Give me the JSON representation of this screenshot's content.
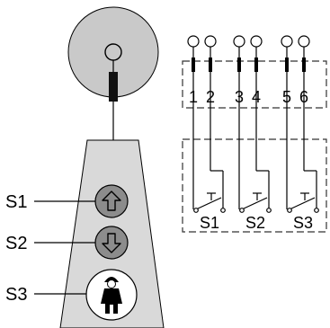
{
  "pendant": {
    "labels": {
      "s1": "S1",
      "s2": "S2",
      "s3": "S3"
    },
    "buttons": [
      {
        "id": "s1",
        "icon": "arrow-up-icon"
      },
      {
        "id": "s2",
        "icon": "arrow-down-icon"
      },
      {
        "id": "s3",
        "icon": "person-with-helmet-icon"
      }
    ]
  },
  "wiring": {
    "terminals": [
      "1",
      "2",
      "3",
      "4",
      "5",
      "6"
    ],
    "switches": [
      "S1",
      "S2",
      "S3"
    ]
  },
  "colors": {
    "disc": "#c9c9c9",
    "body": "#d9d9d9",
    "button": "#8c8c8c",
    "stroke": "#000000",
    "dash": "#333333"
  }
}
